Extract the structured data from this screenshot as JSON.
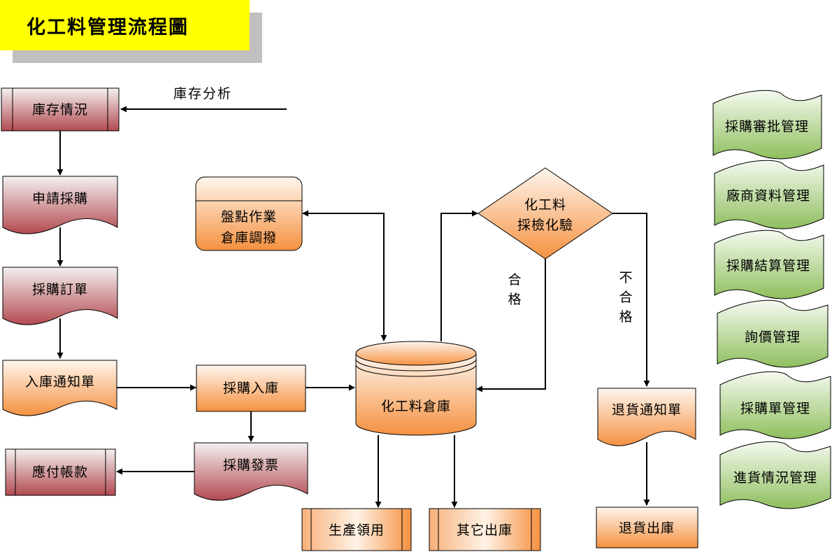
{
  "title": "化工料管理流程圖",
  "colors": {
    "red_top": "#f4f0f0",
    "red_bottom": "#b24a50",
    "orange_top": "#fff6ee",
    "orange_bottom": "#f59140",
    "green_top": "#f5faf0",
    "green_bottom": "#8fbf5e",
    "title_bg": "#ffff00",
    "shadow": "#c0c0c0"
  },
  "nodes": {
    "inventory_status": "庫存情況",
    "purchase_request": "申請採購",
    "purchase_order": "採購訂單",
    "receipt_notice": "入庫通知單",
    "accounts_payable": "應付帳款",
    "stocktake_line1": "盤點作業",
    "stocktake_line2": "倉庫調撥",
    "purchase_receipt": "採購入庫",
    "purchase_invoice": "採購發票",
    "warehouse": "化工料倉庫",
    "production_issue": "生產領用",
    "other_issue": "其它出庫",
    "inspection_line1": "化工料",
    "inspection_line2": "採檢化驗",
    "return_notice": "退貨通知單",
    "return_issue": "退貨出庫"
  },
  "labels": {
    "inventory_analysis": "庫存分析",
    "pass": [
      "合",
      "格"
    ],
    "fail": [
      "不",
      "合",
      "格"
    ]
  },
  "modules": [
    "採購審批管理",
    "廠商資料管理",
    "採購結算管理",
    "詢價管理",
    "採購單管理",
    "進貨情況管理"
  ]
}
